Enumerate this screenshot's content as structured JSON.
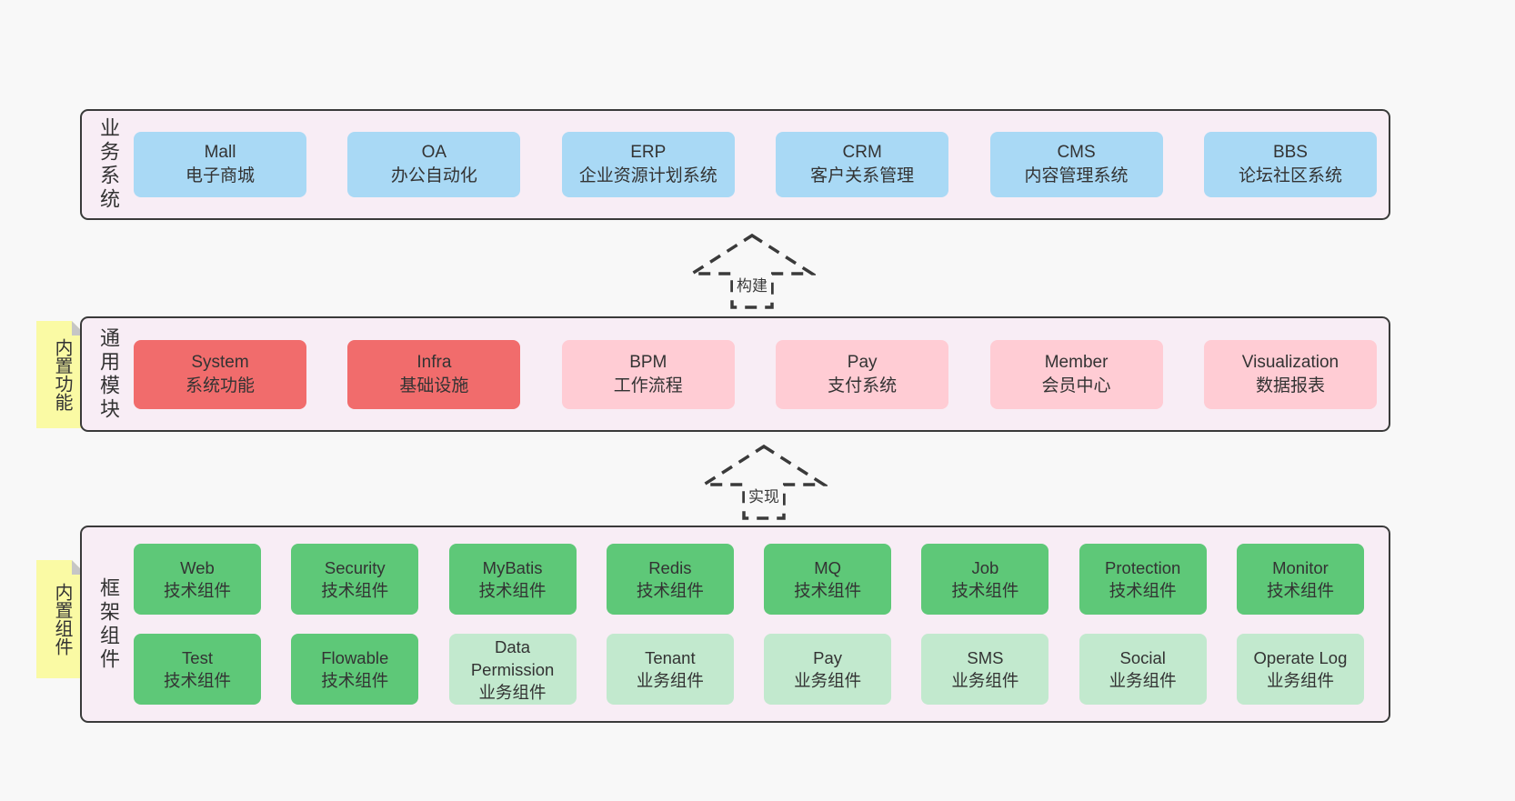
{
  "colors": {
    "page_bg": "#f8f8f8",
    "band_bg": "#f8edf5",
    "band_border": "#3a3a3a",
    "blue_box": "#a9d9f5",
    "red_box": "#f16c6c",
    "pink_box": "#ffccd4",
    "green_box": "#5ec878",
    "green_light_box": "#c2e9ce",
    "note_bg": "#fafaa4",
    "note_fold": "#c6c6c6",
    "text": "#333333"
  },
  "bands": [
    {
      "label": "业务系统",
      "items": [
        {
          "title": "Mall",
          "subtitle": "电子商城"
        },
        {
          "title": "OA",
          "subtitle": "办公自动化"
        },
        {
          "title": "ERP",
          "subtitle": "企业资源计划系统"
        },
        {
          "title": "CRM",
          "subtitle": "客户关系管理"
        },
        {
          "title": "CMS",
          "subtitle": "内容管理系统"
        },
        {
          "title": "BBS",
          "subtitle": "论坛社区系统"
        }
      ]
    },
    {
      "label": "通用模块",
      "note": "内置功能",
      "items": [
        {
          "title": "System",
          "subtitle": "系统功能"
        },
        {
          "title": "Infra",
          "subtitle": "基础设施"
        },
        {
          "title": "BPM",
          "subtitle": "工作流程"
        },
        {
          "title": "Pay",
          "subtitle": "支付系统"
        },
        {
          "title": "Member",
          "subtitle": "会员中心"
        },
        {
          "title": "Visualization",
          "subtitle": "数据报表"
        }
      ]
    },
    {
      "label": "框架组件",
      "note": "内置组件",
      "rows": [
        [
          {
            "title": "Web",
            "subtitle": "技术组件"
          },
          {
            "title": "Security",
            "subtitle": "技术组件"
          },
          {
            "title": "MyBatis",
            "subtitle": "技术组件"
          },
          {
            "title": "Redis",
            "subtitle": "技术组件"
          },
          {
            "title": "MQ",
            "subtitle": "技术组件"
          },
          {
            "title": "Job",
            "subtitle": "技术组件"
          },
          {
            "title": "Protection",
            "subtitle": "技术组件"
          },
          {
            "title": "Monitor",
            "subtitle": "技术组件"
          }
        ],
        [
          {
            "title": "Test",
            "subtitle": "技术组件"
          },
          {
            "title": "Flowable",
            "subtitle": "技术组件"
          },
          {
            "title": "Data Permission",
            "subtitle": "业务组件"
          },
          {
            "title": "Tenant",
            "subtitle": "业务组件"
          },
          {
            "title": "Pay",
            "subtitle": "业务组件"
          },
          {
            "title": "SMS",
            "subtitle": "业务组件"
          },
          {
            "title": "Social",
            "subtitle": "业务组件"
          },
          {
            "title": "Operate Log",
            "subtitle": "业务组件"
          }
        ]
      ]
    }
  ],
  "arrows": [
    {
      "label": "构建"
    },
    {
      "label": "实现"
    }
  ]
}
